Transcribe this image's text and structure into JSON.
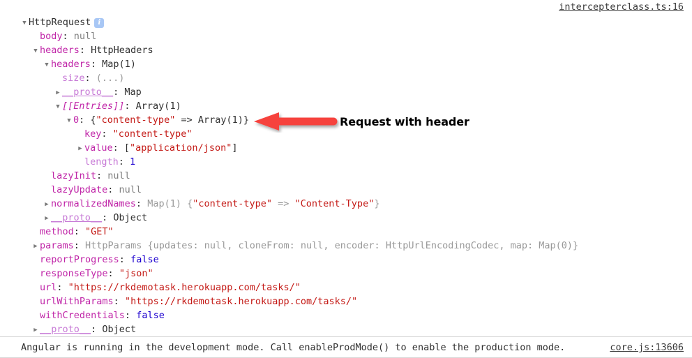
{
  "top_link": "intercepterclass.ts:16",
  "annotation": {
    "label": "Request with header",
    "arrow_color": "#f6423c"
  },
  "info_badge": "i",
  "tree": {
    "root_label": "HttpRequest",
    "rows": [
      {
        "indent": 0,
        "tri": "open",
        "parts": [
          {
            "t": "cls",
            "v": "HttpRequest"
          }
        ],
        "badge": true
      },
      {
        "indent": 1,
        "tri": "none",
        "parts": [
          {
            "t": "prop",
            "v": "body"
          },
          {
            "t": "punc",
            "v": ": "
          },
          {
            "t": "nul",
            "v": "null"
          }
        ]
      },
      {
        "indent": 1,
        "tri": "open",
        "parts": [
          {
            "t": "prop",
            "v": "headers"
          },
          {
            "t": "punc",
            "v": ": "
          },
          {
            "t": "cls",
            "v": "HttpHeaders"
          }
        ]
      },
      {
        "indent": 2,
        "tri": "open",
        "parts": [
          {
            "t": "prop",
            "v": "headers"
          },
          {
            "t": "punc",
            "v": ": "
          },
          {
            "t": "cls",
            "v": "Map(1)"
          }
        ]
      },
      {
        "indent": 3,
        "tri": "none",
        "parts": [
          {
            "t": "propd",
            "v": "size"
          },
          {
            "t": "punc",
            "v": ": "
          },
          {
            "t": "dim",
            "v": "(...)"
          }
        ]
      },
      {
        "indent": 3,
        "tri": "closed",
        "parts": [
          {
            "t": "propdu",
            "v": "__proto__"
          },
          {
            "t": "punc",
            "v": ": "
          },
          {
            "t": "cls",
            "v": "Map"
          }
        ]
      },
      {
        "indent": 3,
        "tri": "open",
        "parts": [
          {
            "t": "ital",
            "v": "[[Entries]]"
          },
          {
            "t": "punc",
            "v": ": "
          },
          {
            "t": "cls",
            "v": "Array(1)"
          }
        ]
      },
      {
        "indent": 4,
        "tri": "open",
        "parts": [
          {
            "t": "idx",
            "v": "0"
          },
          {
            "t": "punc",
            "v": ": {"
          },
          {
            "t": "str",
            "v": "\"content-type\""
          },
          {
            "t": "punc",
            "v": " => "
          },
          {
            "t": "cls",
            "v": "Array(1)"
          },
          {
            "t": "punc",
            "v": "}"
          }
        ]
      },
      {
        "indent": 5,
        "tri": "none",
        "parts": [
          {
            "t": "prop",
            "v": "key"
          },
          {
            "t": "punc",
            "v": ": "
          },
          {
            "t": "str",
            "v": "\"content-type\""
          }
        ]
      },
      {
        "indent": 5,
        "tri": "closed",
        "parts": [
          {
            "t": "prop",
            "v": "value"
          },
          {
            "t": "punc",
            "v": ": ["
          },
          {
            "t": "str",
            "v": "\"application/json\""
          },
          {
            "t": "punc",
            "v": "]"
          }
        ]
      },
      {
        "indent": 5,
        "tri": "none",
        "parts": [
          {
            "t": "propd",
            "v": "length"
          },
          {
            "t": "punc",
            "v": ": "
          },
          {
            "t": "num",
            "v": "1"
          }
        ]
      },
      {
        "indent": 2,
        "tri": "none",
        "parts": [
          {
            "t": "prop",
            "v": "lazyInit"
          },
          {
            "t": "punc",
            "v": ": "
          },
          {
            "t": "nul",
            "v": "null"
          }
        ]
      },
      {
        "indent": 2,
        "tri": "none",
        "parts": [
          {
            "t": "prop",
            "v": "lazyUpdate"
          },
          {
            "t": "punc",
            "v": ": "
          },
          {
            "t": "nul",
            "v": "null"
          }
        ]
      },
      {
        "indent": 2,
        "tri": "closed",
        "parts": [
          {
            "t": "prop",
            "v": "normalizedNames"
          },
          {
            "t": "punc",
            "v": ": "
          },
          {
            "t": "dim",
            "v": "Map(1) {"
          },
          {
            "t": "str",
            "v": "\"content-type\""
          },
          {
            "t": "dim",
            "v": " => "
          },
          {
            "t": "str",
            "v": "\"Content-Type\""
          },
          {
            "t": "dim",
            "v": "}"
          }
        ]
      },
      {
        "indent": 2,
        "tri": "closed",
        "parts": [
          {
            "t": "propdu",
            "v": "__proto__"
          },
          {
            "t": "punc",
            "v": ": "
          },
          {
            "t": "cls",
            "v": "Object"
          }
        ]
      },
      {
        "indent": 1,
        "tri": "none",
        "parts": [
          {
            "t": "prop",
            "v": "method"
          },
          {
            "t": "punc",
            "v": ": "
          },
          {
            "t": "str",
            "v": "\"GET\""
          }
        ]
      },
      {
        "indent": 1,
        "tri": "closed",
        "parts": [
          {
            "t": "prop",
            "v": "params"
          },
          {
            "t": "punc",
            "v": ": "
          },
          {
            "t": "dim",
            "v": "HttpParams {updates: null, cloneFrom: null, encoder: HttpUrlEncodingCodec, map: Map(0)}"
          }
        ]
      },
      {
        "indent": 1,
        "tri": "none",
        "parts": [
          {
            "t": "prop",
            "v": "reportProgress"
          },
          {
            "t": "punc",
            "v": ": "
          },
          {
            "t": "bool",
            "v": "false"
          }
        ]
      },
      {
        "indent": 1,
        "tri": "none",
        "parts": [
          {
            "t": "prop",
            "v": "responseType"
          },
          {
            "t": "punc",
            "v": ": "
          },
          {
            "t": "str",
            "v": "\"json\""
          }
        ]
      },
      {
        "indent": 1,
        "tri": "none",
        "parts": [
          {
            "t": "prop",
            "v": "url"
          },
          {
            "t": "punc",
            "v": ": "
          },
          {
            "t": "str",
            "v": "\"https://rkdemotask.herokuapp.com/tasks/\""
          }
        ]
      },
      {
        "indent": 1,
        "tri": "none",
        "parts": [
          {
            "t": "prop",
            "v": "urlWithParams"
          },
          {
            "t": "punc",
            "v": ": "
          },
          {
            "t": "str",
            "v": "\"https://rkdemotask.herokuapp.com/tasks/\""
          }
        ]
      },
      {
        "indent": 1,
        "tri": "none",
        "parts": [
          {
            "t": "prop",
            "v": "withCredentials"
          },
          {
            "t": "punc",
            "v": ": "
          },
          {
            "t": "bool",
            "v": "false"
          }
        ]
      },
      {
        "indent": 1,
        "tri": "closed",
        "parts": [
          {
            "t": "propdu",
            "v": "__proto__"
          },
          {
            "t": "punc",
            "v": ": "
          },
          {
            "t": "cls",
            "v": "Object"
          }
        ]
      }
    ]
  },
  "status": {
    "message": "Angular is running in the development mode. Call enableProdMode() to enable the production mode.",
    "link": "core.js:13606"
  }
}
